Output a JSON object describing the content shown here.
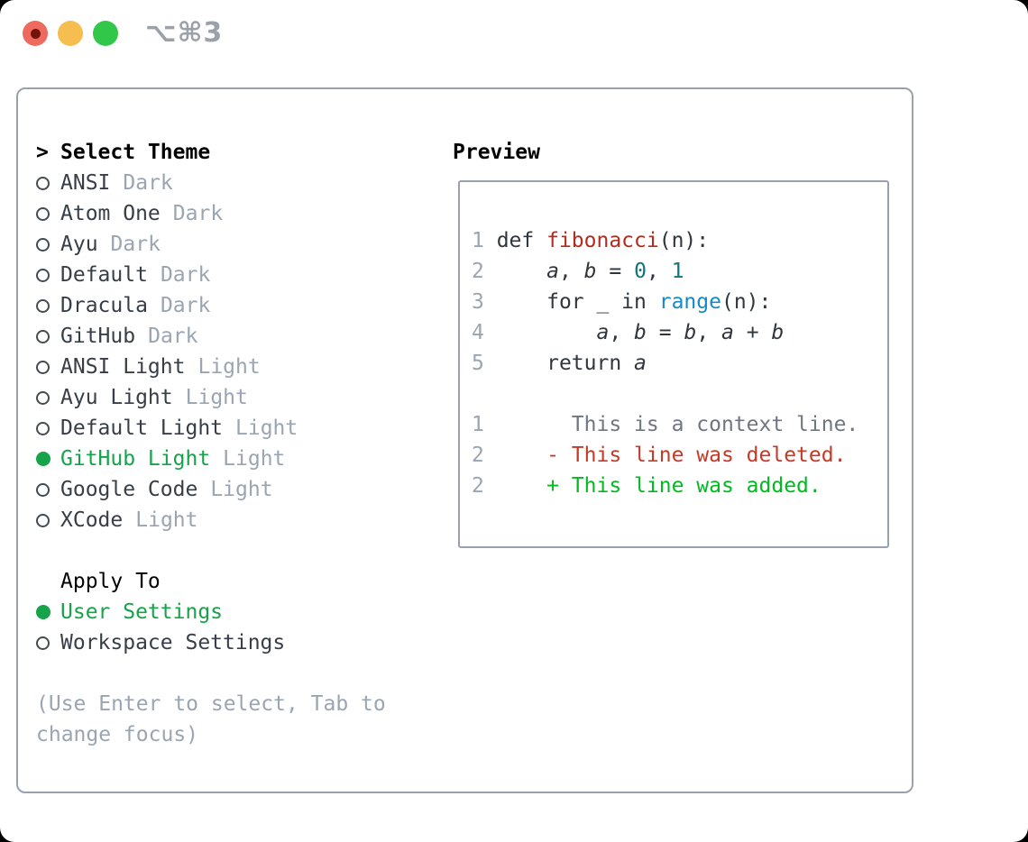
{
  "window": {
    "shortcut": "⌥⌘3"
  },
  "colors": {
    "accent_green": "#16a34a",
    "diff_added_green": "#02ba20",
    "diff_deleted_red": "#c43a27",
    "function_red": "#b22d1f",
    "number_teal": "#0f767b",
    "builtin_blue": "#1789c9",
    "muted_gray": "#9aa5b1",
    "text_dark": "#373e47",
    "border_gray": "#99a2ac",
    "traffic_red": "#ee6a5f",
    "traffic_yellow": "#f6bd4f",
    "traffic_green": "#31c748"
  },
  "theme_picker": {
    "prompt": ">",
    "title": "Select Theme",
    "items": [
      {
        "name": "ANSI",
        "variant": "Dark",
        "selected": false
      },
      {
        "name": "Atom One",
        "variant": "Dark",
        "selected": false
      },
      {
        "name": "Ayu",
        "variant": "Dark",
        "selected": false
      },
      {
        "name": "Default",
        "variant": "Dark",
        "selected": false
      },
      {
        "name": "Dracula",
        "variant": "Dark",
        "selected": false
      },
      {
        "name": "GitHub",
        "variant": "Dark",
        "selected": false
      },
      {
        "name": "ANSI Light",
        "variant": "Light",
        "selected": false
      },
      {
        "name": "Ayu Light",
        "variant": "Light",
        "selected": false
      },
      {
        "name": "Default Light",
        "variant": "Light",
        "selected": false
      },
      {
        "name": "GitHub Light",
        "variant": "Light",
        "selected": true
      },
      {
        "name": "Google Code",
        "variant": "Light",
        "selected": false
      },
      {
        "name": "XCode",
        "variant": "Light",
        "selected": false
      }
    ],
    "apply_to": {
      "title": "Apply To",
      "options": [
        {
          "label": "User Settings",
          "selected": true
        },
        {
          "label": "Workspace Settings",
          "selected": false
        }
      ]
    },
    "hint_lines": [
      "(Use Enter to select, Tab to",
      "change focus)"
    ]
  },
  "preview": {
    "title": "Preview",
    "lines": [
      {
        "kind": "code",
        "tokens": [
          {
            "t": "1 ",
            "c": "ln"
          },
          {
            "t": "def ",
            "c": "d"
          },
          {
            "t": "fibonacci",
            "c": "fn"
          },
          {
            "t": "(n):",
            "c": "d"
          }
        ]
      },
      {
        "kind": "code",
        "tokens": [
          {
            "t": "2",
            "c": "ln"
          },
          {
            "t": "     ",
            "c": "d"
          },
          {
            "t": "a",
            "c": "v"
          },
          {
            "t": ", ",
            "c": "d"
          },
          {
            "t": "b",
            "c": "v"
          },
          {
            "t": " = ",
            "c": "d"
          },
          {
            "t": "0",
            "c": "n"
          },
          {
            "t": ", ",
            "c": "d"
          },
          {
            "t": "1",
            "c": "n"
          }
        ]
      },
      {
        "kind": "code",
        "tokens": [
          {
            "t": "3",
            "c": "ln"
          },
          {
            "t": "     for _ in ",
            "c": "d"
          },
          {
            "t": "range",
            "c": "b"
          },
          {
            "t": "(n):",
            "c": "d"
          }
        ]
      },
      {
        "kind": "code",
        "tokens": [
          {
            "t": "4",
            "c": "ln"
          },
          {
            "t": "         ",
            "c": "d"
          },
          {
            "t": "a",
            "c": "v"
          },
          {
            "t": ", ",
            "c": "d"
          },
          {
            "t": "b",
            "c": "v"
          },
          {
            "t": " = ",
            "c": "d"
          },
          {
            "t": "b",
            "c": "v"
          },
          {
            "t": ", ",
            "c": "d"
          },
          {
            "t": "a",
            "c": "v"
          },
          {
            "t": " + ",
            "c": "d"
          },
          {
            "t": "b",
            "c": "v"
          }
        ]
      },
      {
        "kind": "code",
        "tokens": [
          {
            "t": "5",
            "c": "ln"
          },
          {
            "t": "     return ",
            "c": "d"
          },
          {
            "t": "a",
            "c": "v"
          }
        ]
      },
      {
        "kind": "blank",
        "tokens": []
      },
      {
        "kind": "diff-context",
        "tokens": [
          {
            "t": "1",
            "c": "ln"
          },
          {
            "t": "       This is a context line.",
            "c": "ctx"
          }
        ]
      },
      {
        "kind": "diff-deleted",
        "tokens": [
          {
            "t": "2",
            "c": "ln"
          },
          {
            "t": "     ",
            "c": "d"
          },
          {
            "t": "- This line was deleted.",
            "c": "del"
          }
        ]
      },
      {
        "kind": "diff-added",
        "tokens": [
          {
            "t": "2",
            "c": "ln"
          },
          {
            "t": "     ",
            "c": "d"
          },
          {
            "t": "+ This line was added.",
            "c": "add"
          }
        ]
      }
    ]
  }
}
